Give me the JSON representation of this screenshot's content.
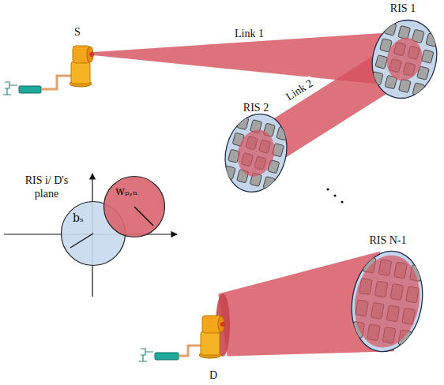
{
  "diagram": {
    "nodes": [
      {
        "text": [
          "S"
        ]
      },
      {
        "text": [
          "RIS 1"
        ]
      },
      {
        "text": [
          "RIS 2"
        ]
      },
      {
        "text": [
          "bₛ"
        ]
      },
      {
        "text": [
          "wₚ,ₙ"
        ]
      },
      {
        "text": [
          "RIS N-1"
        ]
      },
      {
        "text": [
          "D"
        ]
      }
    ],
    "edges": [
      {
        "from": 0,
        "to": 1,
        "arrow": "none",
        "label": "Link 1"
      },
      {
        "from": 1,
        "to": 2,
        "arrow": "none",
        "label": "Link 2"
      },
      {
        "from": 5,
        "to": 6,
        "arrow": "none"
      }
    ],
    "labels": [
      "RIS i/ D's plane"
    ]
  }
}
